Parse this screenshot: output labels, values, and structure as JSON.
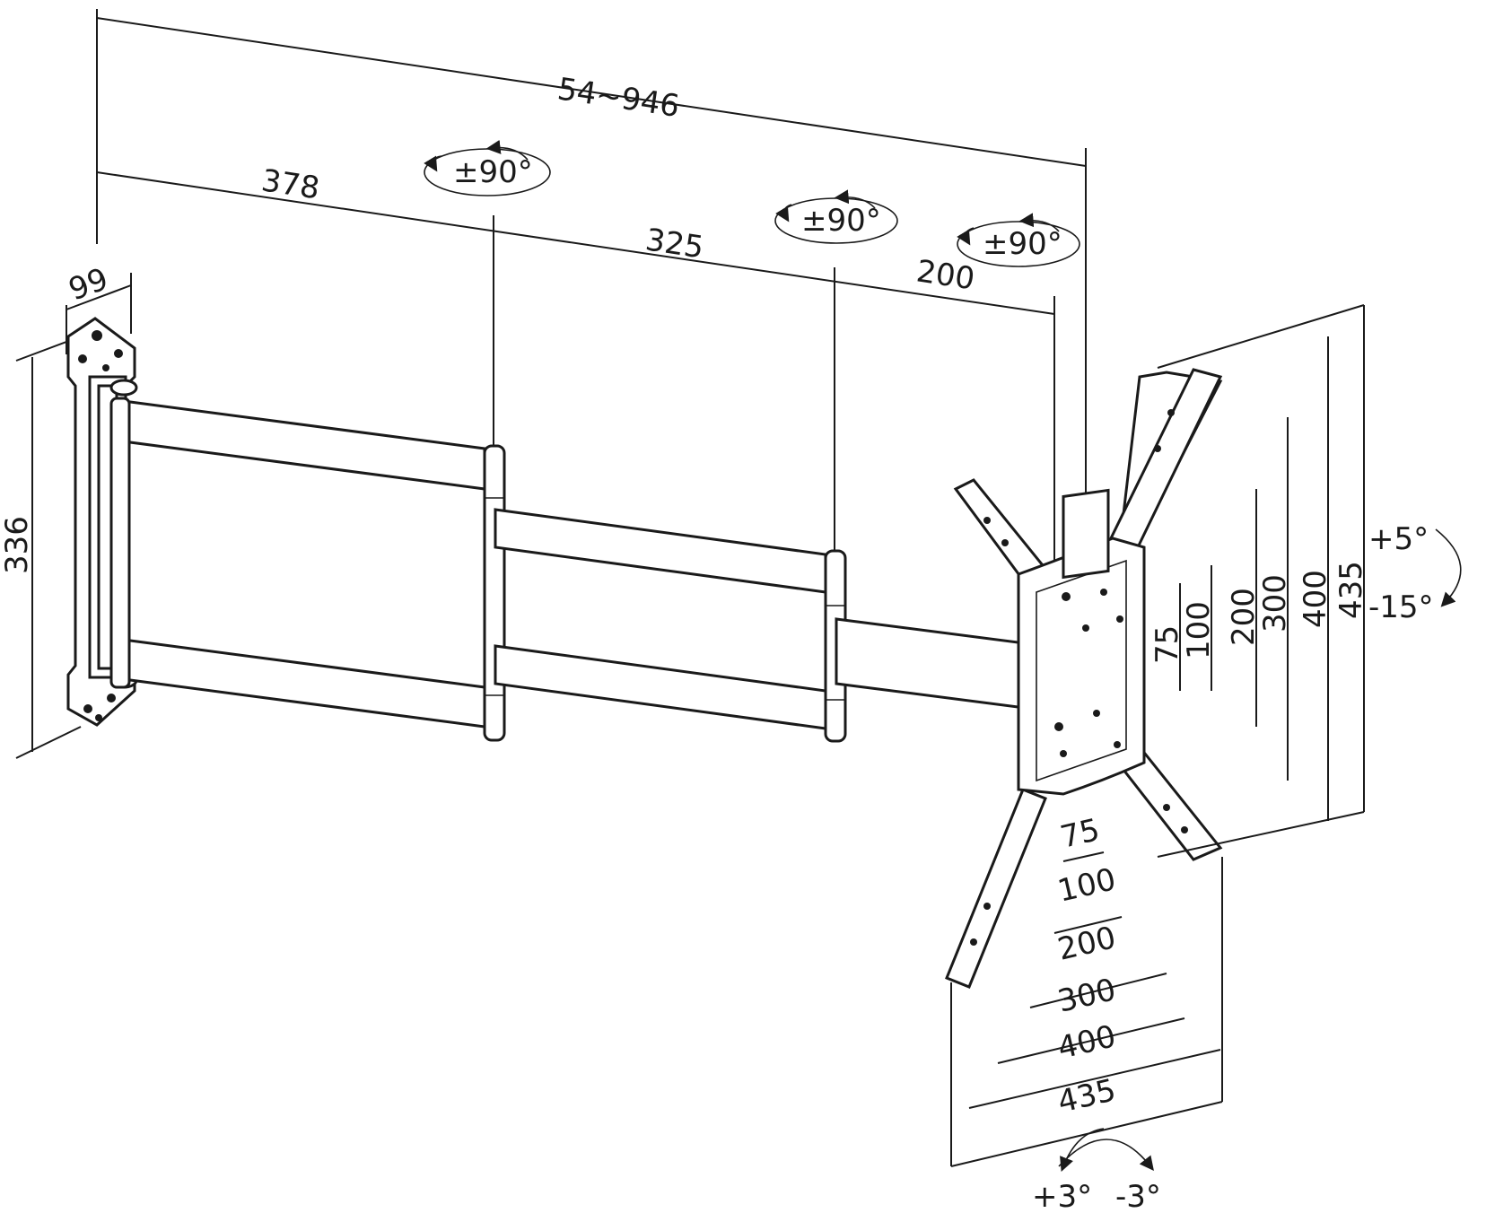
{
  "dimensions": {
    "total_reach": "54~946",
    "arm_segment_1": "378",
    "arm_segment_2": "325",
    "arm_segment_3": "200",
    "wall_plate_depth": "99",
    "wall_plate_height": "336"
  },
  "swivel_labels": {
    "joint_1": "±90°",
    "joint_2": "±90°",
    "joint_3": "±90°"
  },
  "tilt": {
    "up": "+5°",
    "down": "-15°"
  },
  "rotation": {
    "left": "+3°",
    "right": "-3°"
  },
  "vesa_vertical": [
    "75",
    "100",
    "200",
    "300",
    "400",
    "435"
  ],
  "vesa_horizontal": [
    "75",
    "100",
    "200",
    "300",
    "400",
    "435"
  ],
  "colors": {
    "line": "#1a1a1a",
    "background": "#ffffff"
  }
}
